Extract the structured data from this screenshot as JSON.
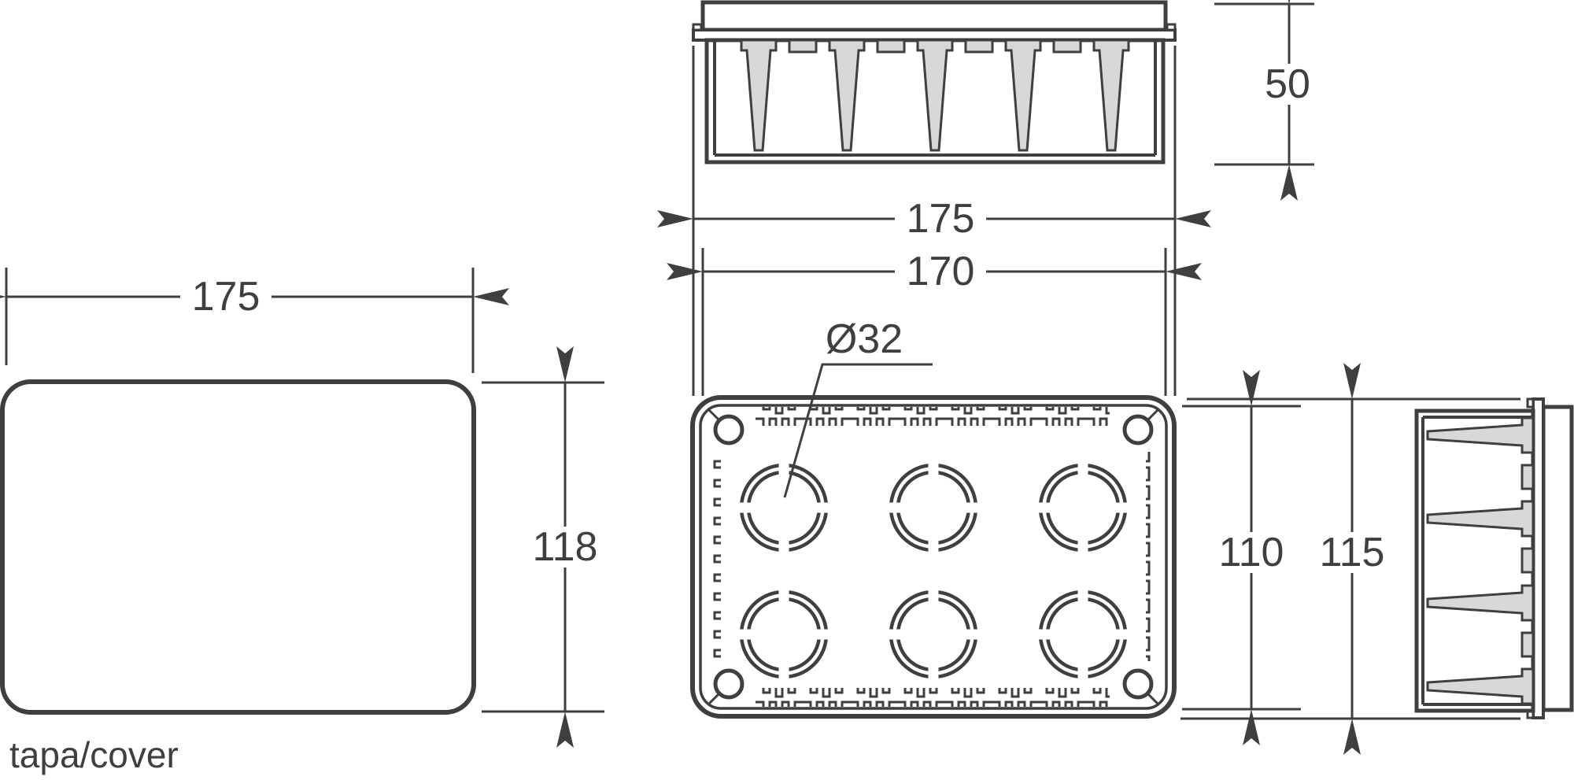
{
  "colors": {
    "line": "#3f3f3f",
    "teeth": "#d8d8d8",
    "paper": "#ffffff"
  },
  "views": {
    "cover": {
      "width_label": "175",
      "height_label": "118",
      "caption": "tapa/cover"
    },
    "side": {
      "height_label": "50"
    },
    "plan": {
      "outer_width_label": "175",
      "inner_width_label": "170",
      "knockout_label": "Ø32"
    },
    "right": {
      "inner_height_label": "110",
      "outer_height_label": "115"
    }
  }
}
